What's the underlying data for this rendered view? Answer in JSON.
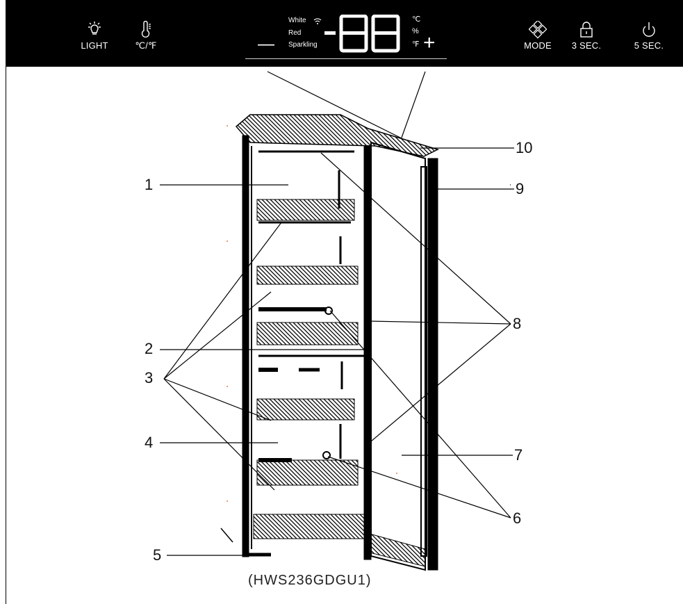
{
  "panel": {
    "light_label": "LIGHT",
    "unit_label": "℃/℉",
    "display": {
      "modes": [
        "White",
        "Red",
        "Sparkling"
      ],
      "digits": "88",
      "units": [
        "℃",
        "%",
        "℉"
      ],
      "minus": "—",
      "plus": "+"
    },
    "mode_label": "MODE",
    "lock_label": "3 SEC.",
    "power_label": "5 SEC."
  },
  "callouts": {
    "n1": "1",
    "n2": "2",
    "n3": "3",
    "n4": "4",
    "n5": "5",
    "n6": "6",
    "n7": "7",
    "n8": "8",
    "n9": "9",
    "n10": "10"
  },
  "model": "(HWS236GDGU1)",
  "icons": [
    "light-bulb-icon",
    "thermometer-icon",
    "wifi-icon",
    "mode-diamond-icon",
    "lock-icon",
    "power-icon"
  ]
}
